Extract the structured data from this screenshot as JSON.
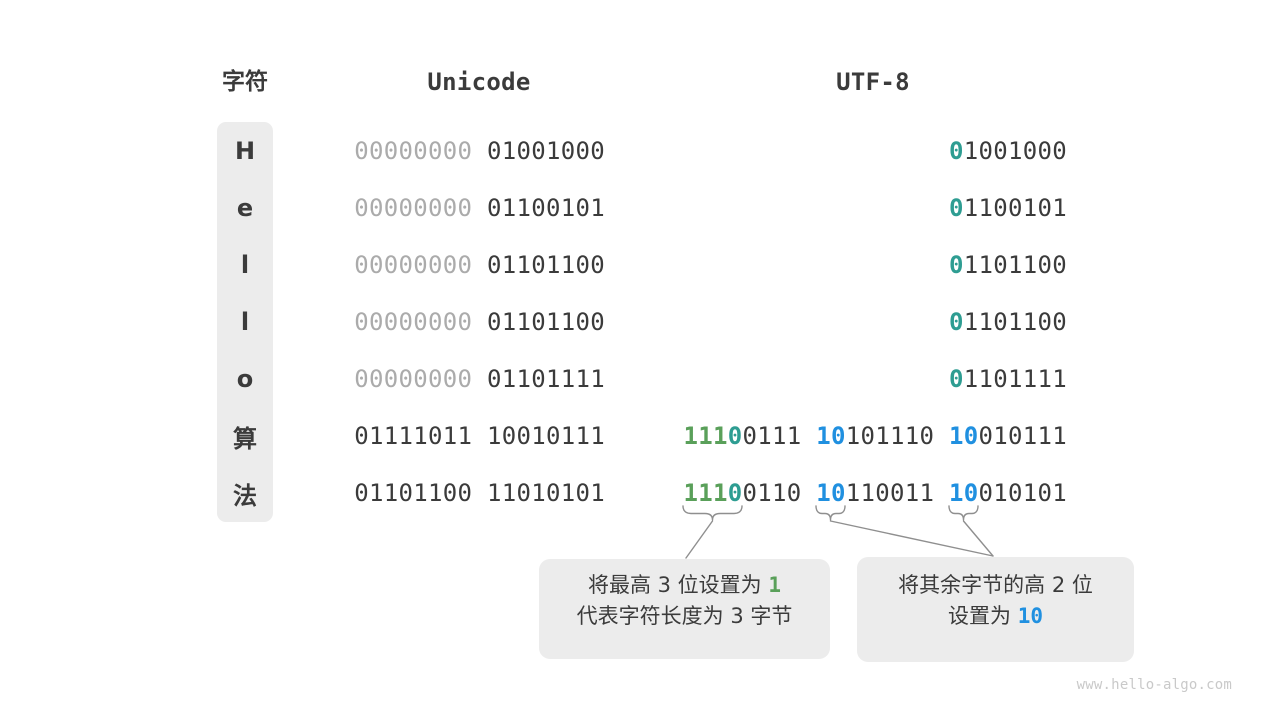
{
  "header": {
    "char_col": "字符",
    "unicode_col": "Unicode",
    "utf8_col": "UTF-8"
  },
  "colors": {
    "dark": "#3B3B3B",
    "gray": "#ABABAB",
    "green": "#5AA05A",
    "teal": "#2E9D92",
    "blue": "#2090E0",
    "box_bg": "#ECECEC",
    "annotation_stroke": "#8F8F8F",
    "watermark": "#C9C9C9"
  },
  "rows": [
    {
      "char": "H",
      "unicode": [
        {
          "t": "00000000 ",
          "c": "gray"
        },
        {
          "t": "01001000",
          "c": "dark"
        }
      ],
      "utf8": [
        {
          "t": "0",
          "c": "teal"
        },
        {
          "t": "1001000",
          "c": "dark"
        }
      ]
    },
    {
      "char": "e",
      "unicode": [
        {
          "t": "00000000 ",
          "c": "gray"
        },
        {
          "t": "01100101",
          "c": "dark"
        }
      ],
      "utf8": [
        {
          "t": "0",
          "c": "teal"
        },
        {
          "t": "1100101",
          "c": "dark"
        }
      ]
    },
    {
      "char": "l",
      "unicode": [
        {
          "t": "00000000 ",
          "c": "gray"
        },
        {
          "t": "01101100",
          "c": "dark"
        }
      ],
      "utf8": [
        {
          "t": "0",
          "c": "teal"
        },
        {
          "t": "1101100",
          "c": "dark"
        }
      ]
    },
    {
      "char": "l",
      "unicode": [
        {
          "t": "00000000 ",
          "c": "gray"
        },
        {
          "t": "01101100",
          "c": "dark"
        }
      ],
      "utf8": [
        {
          "t": "0",
          "c": "teal"
        },
        {
          "t": "1101100",
          "c": "dark"
        }
      ]
    },
    {
      "char": "o",
      "unicode": [
        {
          "t": "00000000 ",
          "c": "gray"
        },
        {
          "t": "01101111",
          "c": "dark"
        }
      ],
      "utf8": [
        {
          "t": "0",
          "c": "teal"
        },
        {
          "t": "1101111",
          "c": "dark"
        }
      ]
    },
    {
      "char": "算",
      "unicode": [
        {
          "t": "01111011 10010111",
          "c": "dark"
        }
      ],
      "utf8": [
        {
          "t": "111",
          "c": "green"
        },
        {
          "t": "0",
          "c": "teal"
        },
        {
          "t": "0111 ",
          "c": "dark"
        },
        {
          "t": "10",
          "c": "blue"
        },
        {
          "t": "101110 ",
          "c": "dark"
        },
        {
          "t": "10",
          "c": "blue"
        },
        {
          "t": "010111",
          "c": "dark"
        }
      ]
    },
    {
      "char": "法",
      "unicode": [
        {
          "t": "01101100 11010101",
          "c": "dark"
        }
      ],
      "utf8": [
        {
          "t": "111",
          "c": "green"
        },
        {
          "t": "0",
          "c": "teal"
        },
        {
          "t": "0110 ",
          "c": "dark"
        },
        {
          "t": "10",
          "c": "blue"
        },
        {
          "t": "110011 ",
          "c": "dark"
        },
        {
          "t": "10",
          "c": "blue"
        },
        {
          "t": "010101",
          "c": "dark"
        }
      ]
    }
  ],
  "callouts": {
    "left": {
      "lines": [
        [
          {
            "t": "将最高 3 位设置为 ",
            "c": "dark"
          },
          {
            "t": "1",
            "c": "green",
            "num": true
          }
        ],
        [
          {
            "t": "代表字符长度为 3 字节",
            "c": "dark"
          }
        ]
      ]
    },
    "right": {
      "lines": [
        [
          {
            "t": "将其余字节的高 2 位",
            "c": "dark"
          }
        ],
        [
          {
            "t": "设置为 ",
            "c": "dark"
          },
          {
            "t": "10",
            "c": "blue",
            "num": true
          }
        ]
      ]
    }
  },
  "watermark": "www.hello-algo.com"
}
